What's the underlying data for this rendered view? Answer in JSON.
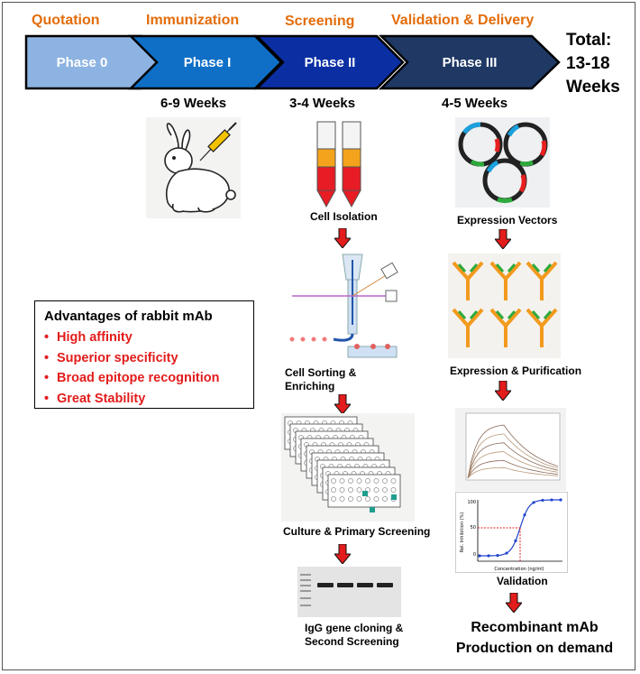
{
  "phases": [
    {
      "title": "Quotation",
      "label": "Phase 0",
      "color": "#8db3e2"
    },
    {
      "title": "Immunization",
      "label": "Phase I",
      "color": "#0f6fc6"
    },
    {
      "title": "Screening",
      "label": "Phase II",
      "color": "#0b2fa3"
    },
    {
      "title": "Validation & Delivery",
      "label": "Phase III",
      "color": "#1f3864"
    }
  ],
  "total": {
    "line1": "Total:",
    "line2": "13-18",
    "line3": "Weeks"
  },
  "weeks": {
    "phase1": "6-9 Weeks",
    "phase2": "3-4 Weeks",
    "phase3": "4-5 Weeks"
  },
  "screening_steps": {
    "cell_isolation": "Cell Isolation",
    "cell_sorting": "Cell Sorting & Enriching",
    "culture": "Culture & Primary Screening",
    "cloning": "IgG gene cloning & Second Screening"
  },
  "validation_steps": {
    "vectors": "Expression Vectors",
    "purification": "Expression & Purification",
    "validation": "Validation"
  },
  "advantages": {
    "title": "Advantages of rabbit mAb",
    "items": [
      "High affinity",
      "Superior specificity",
      "Broad epitope recognition",
      "Great Stability"
    ]
  },
  "final": {
    "line1": "Recombinant mAb",
    "line2": "Production on demand"
  },
  "plot_labels": {
    "ylabel": "Rel. Inhibition (%)",
    "xlabel": "Concentration (ng/ml)",
    "tick_100": "100",
    "tick_50": "50",
    "tick_0": "0"
  },
  "colors": {
    "phase_title": "#e36c0a",
    "advantage": "#e31c1c",
    "arrow": "#e31c1c"
  },
  "icons": [
    "rabbit-syringe",
    "cell-isolation-tubes",
    "flow-cytometer",
    "well-plates",
    "gel-bands",
    "plasmid-vectors",
    "antibodies",
    "binding-curves",
    "dose-response-curve",
    "down-arrow"
  ]
}
